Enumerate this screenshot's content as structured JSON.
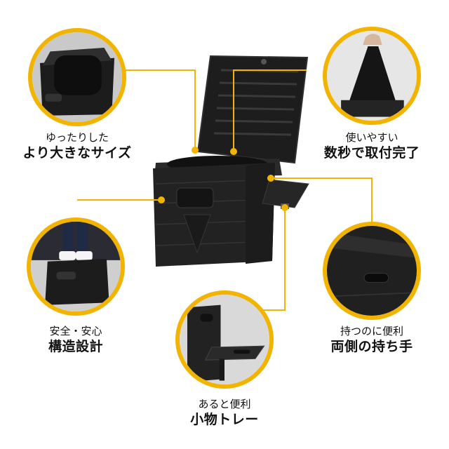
{
  "accent_color": "#f2b400",
  "features": [
    {
      "line1": "ゆったりした",
      "line2": "より大きなサイズ",
      "icon": "seat-opening-photo"
    },
    {
      "line1": "使いやすい",
      "line2": "数秒で取付完了",
      "icon": "bag-install-photo"
    },
    {
      "line1": "安全・安心",
      "line2": "構造設計",
      "icon": "standing-on-box-photo"
    },
    {
      "line1": "持つのに便利",
      "line2": "両側の持ち手",
      "icon": "side-handle-photo"
    },
    {
      "line1": "あると便利",
      "line2": "小物トレー",
      "icon": "side-tray-photo"
    }
  ]
}
